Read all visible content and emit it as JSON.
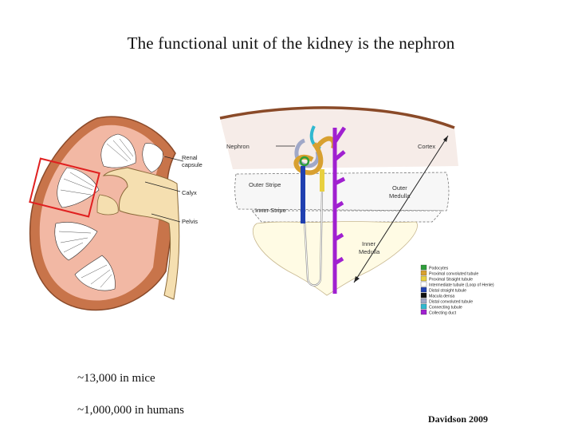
{
  "slide": {
    "title": "The functional unit of the kidney is the nephron",
    "stat_mice": "~13,000 in mice",
    "stat_humans": "~1,000,000 in humans",
    "credit": "Davidson 2009"
  },
  "kidney_labels": {
    "renal_capsule_1": "Renal",
    "renal_capsule_2": "capsule",
    "calyx": "Calyx",
    "pelvis": "Pelvis"
  },
  "nephron_labels": {
    "nephron": "Nephron",
    "cortex": "Cortex",
    "outer_stripe": "Outer Stripe",
    "inner_stripe": "Inner Stripe",
    "outer_medulla_1": "Outer",
    "outer_medulla_2": "Medulla",
    "inner_medulla_1": "Inner",
    "inner_medulla_2": "Medulla"
  },
  "legend": [
    {
      "label": "Podocytes",
      "color": "#2e9e3a"
    },
    {
      "label": "Proximal convoluted tubule",
      "color": "#d8a030"
    },
    {
      "label": "Proximal Straight tubule",
      "color": "#e8d040"
    },
    {
      "label": "Intermediate tubule (Loop of Henle)",
      "color": "#ffffff"
    },
    {
      "label": "Distal straight tubule",
      "color": "#2040b0"
    },
    {
      "label": "Macula densa",
      "color": "#101010"
    },
    {
      "label": "Distal convoluted tubule",
      "color": "#a0a8c8"
    },
    {
      "label": "Connecting tubule",
      "color": "#30b8d0"
    },
    {
      "label": "Collecting duct",
      "color": "#a020d0"
    }
  ]
}
